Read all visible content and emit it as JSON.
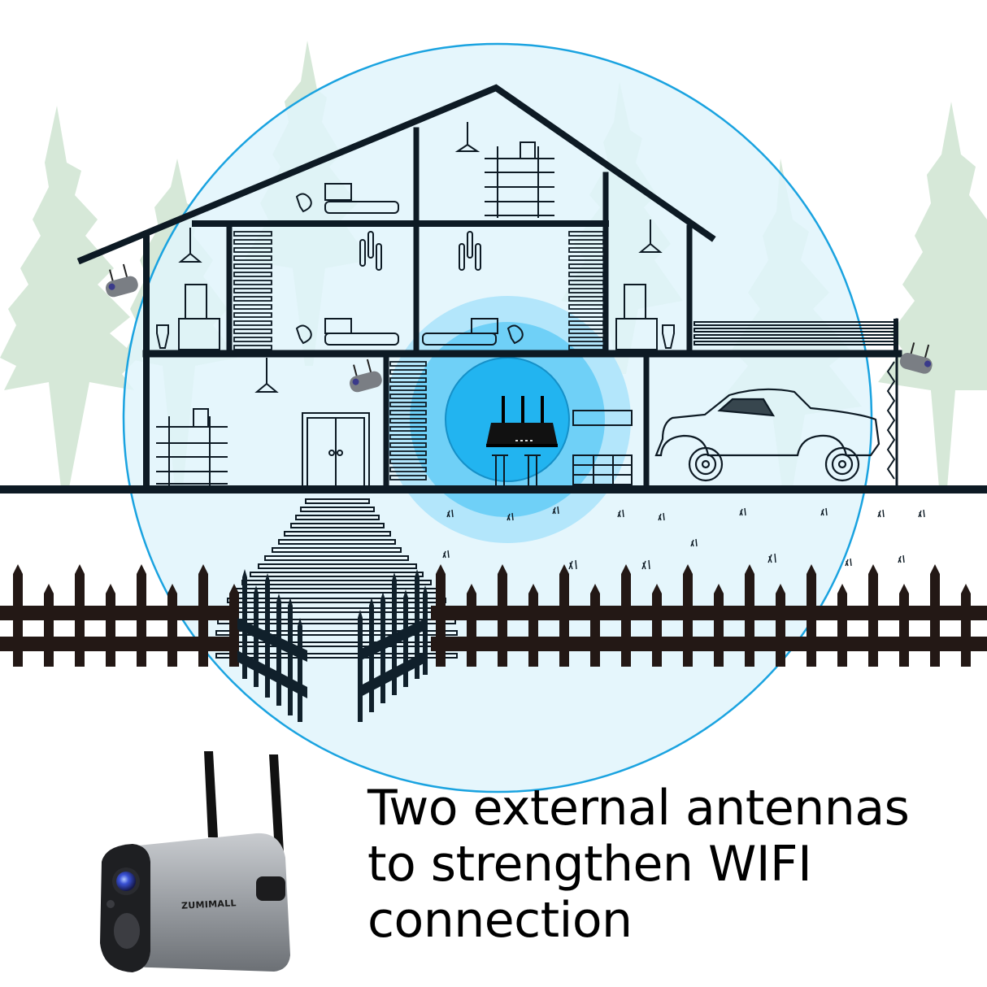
{
  "caption": {
    "lines": [
      "Two external antennas",
      "to strengthen WIFI",
      "connection"
    ]
  },
  "product": {
    "brand": "ZUMIMALL",
    "antenna_count": 2,
    "body_color": "#9a9ea3"
  },
  "illustration": {
    "coverage_circle_color": "#1aa3e0",
    "coverage_fill": "#e0f5fc",
    "router_glow_inner": "#22b4f0",
    "router_glow_mid": "#6fd0f7",
    "router_glow_outer": "#b0e6fb",
    "line_color": "#0d1a24",
    "tree_color": "#d4e6d6",
    "fence_color": "#231815",
    "cameras_in_scene": 3,
    "router_antennas": 3
  }
}
